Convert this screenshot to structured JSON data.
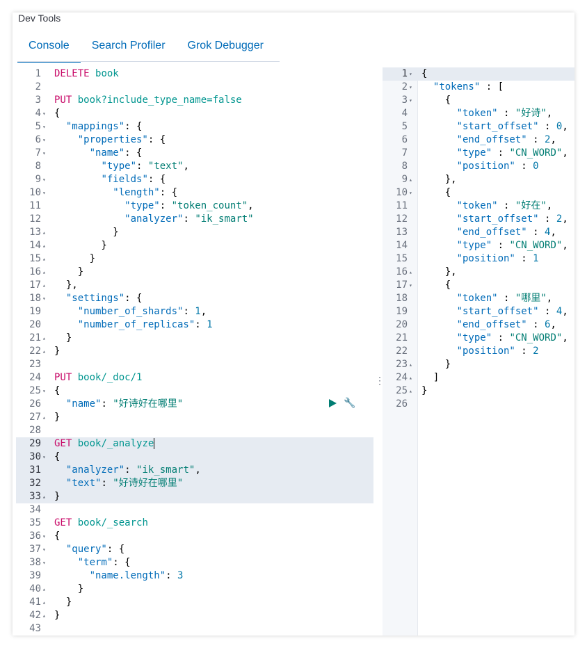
{
  "window": {
    "title": "Dev Tools"
  },
  "tabs": [
    {
      "label": "Console",
      "active": true
    },
    {
      "label": "Search Profiler",
      "active": false
    },
    {
      "label": "Grok Debugger",
      "active": false
    }
  ],
  "request_editor": {
    "lines": [
      {
        "n": "1",
        "fold": "",
        "tokens": [
          [
            "m",
            "DELETE"
          ],
          [
            "p",
            " "
          ],
          [
            "u",
            "book"
          ]
        ]
      },
      {
        "n": "2",
        "fold": "",
        "tokens": []
      },
      {
        "n": "3",
        "fold": "",
        "tokens": [
          [
            "m",
            "PUT"
          ],
          [
            "p",
            " "
          ],
          [
            "u",
            "book?include_type_name=false"
          ]
        ]
      },
      {
        "n": "4",
        "fold": "▾",
        "tokens": [
          [
            "p",
            "{"
          ]
        ]
      },
      {
        "n": "5",
        "fold": "▾",
        "tokens": [
          [
            "p",
            "  "
          ],
          [
            "k",
            "\"mappings\""
          ],
          [
            "p",
            ": {"
          ]
        ]
      },
      {
        "n": "6",
        "fold": "▾",
        "tokens": [
          [
            "p",
            "    "
          ],
          [
            "k",
            "\"properties\""
          ],
          [
            "p",
            ": {"
          ]
        ]
      },
      {
        "n": "7",
        "fold": "▾",
        "tokens": [
          [
            "p",
            "      "
          ],
          [
            "k",
            "\"name\""
          ],
          [
            "p",
            ": {"
          ]
        ]
      },
      {
        "n": "8",
        "fold": "",
        "tokens": [
          [
            "p",
            "        "
          ],
          [
            "k",
            "\"type\""
          ],
          [
            "p",
            ": "
          ],
          [
            "s",
            "\"text\""
          ],
          [
            "p",
            ","
          ]
        ]
      },
      {
        "n": "9",
        "fold": "▾",
        "tokens": [
          [
            "p",
            "        "
          ],
          [
            "k",
            "\"fields\""
          ],
          [
            "p",
            ": {"
          ]
        ]
      },
      {
        "n": "10",
        "fold": "▾",
        "tokens": [
          [
            "p",
            "          "
          ],
          [
            "k",
            "\"length\""
          ],
          [
            "p",
            ": {"
          ]
        ]
      },
      {
        "n": "11",
        "fold": "",
        "tokens": [
          [
            "p",
            "            "
          ],
          [
            "k",
            "\"type\""
          ],
          [
            "p",
            ": "
          ],
          [
            "s",
            "\"token_count\""
          ],
          [
            "p",
            ","
          ]
        ]
      },
      {
        "n": "12",
        "fold": "",
        "tokens": [
          [
            "p",
            "            "
          ],
          [
            "k",
            "\"analyzer\""
          ],
          [
            "p",
            ": "
          ],
          [
            "s",
            "\"ik_smart\""
          ]
        ]
      },
      {
        "n": "13",
        "fold": "▴",
        "tokens": [
          [
            "p",
            "          }"
          ]
        ]
      },
      {
        "n": "14",
        "fold": "▴",
        "tokens": [
          [
            "p",
            "        }"
          ]
        ]
      },
      {
        "n": "15",
        "fold": "▴",
        "tokens": [
          [
            "p",
            "      }"
          ]
        ]
      },
      {
        "n": "16",
        "fold": "▴",
        "tokens": [
          [
            "p",
            "    }"
          ]
        ]
      },
      {
        "n": "17",
        "fold": "▴",
        "tokens": [
          [
            "p",
            "  },"
          ]
        ]
      },
      {
        "n": "18",
        "fold": "▾",
        "tokens": [
          [
            "p",
            "  "
          ],
          [
            "k",
            "\"settings\""
          ],
          [
            "p",
            ": {"
          ]
        ]
      },
      {
        "n": "19",
        "fold": "",
        "tokens": [
          [
            "p",
            "    "
          ],
          [
            "k",
            "\"number_of_shards\""
          ],
          [
            "p",
            ": "
          ],
          [
            "num",
            "1"
          ],
          [
            "p",
            ","
          ]
        ]
      },
      {
        "n": "20",
        "fold": "",
        "tokens": [
          [
            "p",
            "    "
          ],
          [
            "k",
            "\"number_of_replicas\""
          ],
          [
            "p",
            ": "
          ],
          [
            "num",
            "1"
          ]
        ]
      },
      {
        "n": "21",
        "fold": "▴",
        "tokens": [
          [
            "p",
            "  }"
          ]
        ]
      },
      {
        "n": "22",
        "fold": "▴",
        "tokens": [
          [
            "p",
            "}"
          ]
        ]
      },
      {
        "n": "23",
        "fold": "",
        "tokens": []
      },
      {
        "n": "24",
        "fold": "",
        "tokens": [
          [
            "m",
            "PUT"
          ],
          [
            "p",
            " "
          ],
          [
            "u",
            "book/_doc/1"
          ]
        ]
      },
      {
        "n": "25",
        "fold": "▾",
        "tokens": [
          [
            "p",
            "{"
          ]
        ]
      },
      {
        "n": "26",
        "fold": "",
        "tokens": [
          [
            "p",
            "  "
          ],
          [
            "k",
            "\"name\""
          ],
          [
            "p",
            ": "
          ],
          [
            "s",
            "\"好诗好在哪里\""
          ]
        ]
      },
      {
        "n": "27",
        "fold": "▴",
        "tokens": [
          [
            "p",
            "}"
          ]
        ]
      },
      {
        "n": "28",
        "fold": "",
        "tokens": []
      },
      {
        "n": "29",
        "fold": "",
        "tokens": [
          [
            "m",
            "GET"
          ],
          [
            "p",
            " "
          ],
          [
            "u",
            "book/_analyze"
          ]
        ],
        "active": true
      },
      {
        "n": "30",
        "fold": "▾",
        "tokens": [
          [
            "p",
            "{"
          ]
        ],
        "sel": true
      },
      {
        "n": "31",
        "fold": "",
        "tokens": [
          [
            "p",
            "  "
          ],
          [
            "k",
            "\"analyzer\""
          ],
          [
            "p",
            ": "
          ],
          [
            "s",
            "\"ik_smart\""
          ],
          [
            "p",
            ","
          ]
        ],
        "sel": true
      },
      {
        "n": "32",
        "fold": "",
        "tokens": [
          [
            "p",
            "  "
          ],
          [
            "k",
            "\"text\""
          ],
          [
            "p",
            ": "
          ],
          [
            "s",
            "\"好诗好在哪里\""
          ]
        ],
        "sel": true
      },
      {
        "n": "33",
        "fold": "▴",
        "tokens": [
          [
            "p",
            "}"
          ]
        ],
        "sel": true
      },
      {
        "n": "34",
        "fold": "",
        "tokens": []
      },
      {
        "n": "35",
        "fold": "",
        "tokens": [
          [
            "m",
            "GET"
          ],
          [
            "p",
            " "
          ],
          [
            "u",
            "book/_search"
          ]
        ]
      },
      {
        "n": "36",
        "fold": "▾",
        "tokens": [
          [
            "p",
            "{"
          ]
        ]
      },
      {
        "n": "37",
        "fold": "▾",
        "tokens": [
          [
            "p",
            "  "
          ],
          [
            "k",
            "\"query\""
          ],
          [
            "p",
            ": {"
          ]
        ]
      },
      {
        "n": "38",
        "fold": "▾",
        "tokens": [
          [
            "p",
            "    "
          ],
          [
            "k",
            "\"term\""
          ],
          [
            "p",
            ": {"
          ]
        ]
      },
      {
        "n": "39",
        "fold": "",
        "tokens": [
          [
            "p",
            "      "
          ],
          [
            "k",
            "\"name.length\""
          ],
          [
            "p",
            ": "
          ],
          [
            "num",
            "3"
          ]
        ]
      },
      {
        "n": "40",
        "fold": "▴",
        "tokens": [
          [
            "p",
            "    }"
          ]
        ]
      },
      {
        "n": "41",
        "fold": "▴",
        "tokens": [
          [
            "p",
            "  }"
          ]
        ]
      },
      {
        "n": "42",
        "fold": "▴",
        "tokens": [
          [
            "p",
            "}"
          ]
        ]
      },
      {
        "n": "43",
        "fold": "",
        "tokens": []
      }
    ]
  },
  "response_editor": {
    "lines": [
      {
        "n": "1",
        "fold": "▾",
        "tokens": [
          [
            "p",
            "{"
          ]
        ],
        "active": true
      },
      {
        "n": "2",
        "fold": "▾",
        "tokens": [
          [
            "p",
            "  "
          ],
          [
            "k",
            "\"tokens\""
          ],
          [
            "p",
            " : ["
          ]
        ]
      },
      {
        "n": "3",
        "fold": "▾",
        "tokens": [
          [
            "p",
            "    {"
          ]
        ]
      },
      {
        "n": "4",
        "fold": "",
        "tokens": [
          [
            "p",
            "      "
          ],
          [
            "k",
            "\"token\""
          ],
          [
            "p",
            " : "
          ],
          [
            "s",
            "\"好诗\""
          ],
          [
            "p",
            ","
          ]
        ]
      },
      {
        "n": "5",
        "fold": "",
        "tokens": [
          [
            "p",
            "      "
          ],
          [
            "k",
            "\"start_offset\""
          ],
          [
            "p",
            " : "
          ],
          [
            "num",
            "0"
          ],
          [
            "p",
            ","
          ]
        ]
      },
      {
        "n": "6",
        "fold": "",
        "tokens": [
          [
            "p",
            "      "
          ],
          [
            "k",
            "\"end_offset\""
          ],
          [
            "p",
            " : "
          ],
          [
            "num",
            "2"
          ],
          [
            "p",
            ","
          ]
        ]
      },
      {
        "n": "7",
        "fold": "",
        "tokens": [
          [
            "p",
            "      "
          ],
          [
            "k",
            "\"type\""
          ],
          [
            "p",
            " : "
          ],
          [
            "s",
            "\"CN_WORD\""
          ],
          [
            "p",
            ","
          ]
        ]
      },
      {
        "n": "8",
        "fold": "",
        "tokens": [
          [
            "p",
            "      "
          ],
          [
            "k",
            "\"position\""
          ],
          [
            "p",
            " : "
          ],
          [
            "num",
            "0"
          ]
        ]
      },
      {
        "n": "9",
        "fold": "▴",
        "tokens": [
          [
            "p",
            "    },"
          ]
        ]
      },
      {
        "n": "10",
        "fold": "▾",
        "tokens": [
          [
            "p",
            "    {"
          ]
        ]
      },
      {
        "n": "11",
        "fold": "",
        "tokens": [
          [
            "p",
            "      "
          ],
          [
            "k",
            "\"token\""
          ],
          [
            "p",
            " : "
          ],
          [
            "s",
            "\"好在\""
          ],
          [
            "p",
            ","
          ]
        ]
      },
      {
        "n": "12",
        "fold": "",
        "tokens": [
          [
            "p",
            "      "
          ],
          [
            "k",
            "\"start_offset\""
          ],
          [
            "p",
            " : "
          ],
          [
            "num",
            "2"
          ],
          [
            "p",
            ","
          ]
        ]
      },
      {
        "n": "13",
        "fold": "",
        "tokens": [
          [
            "p",
            "      "
          ],
          [
            "k",
            "\"end_offset\""
          ],
          [
            "p",
            " : "
          ],
          [
            "num",
            "4"
          ],
          [
            "p",
            ","
          ]
        ]
      },
      {
        "n": "14",
        "fold": "",
        "tokens": [
          [
            "p",
            "      "
          ],
          [
            "k",
            "\"type\""
          ],
          [
            "p",
            " : "
          ],
          [
            "s",
            "\"CN_WORD\""
          ],
          [
            "p",
            ","
          ]
        ]
      },
      {
        "n": "15",
        "fold": "",
        "tokens": [
          [
            "p",
            "      "
          ],
          [
            "k",
            "\"position\""
          ],
          [
            "p",
            " : "
          ],
          [
            "num",
            "1"
          ]
        ]
      },
      {
        "n": "16",
        "fold": "▴",
        "tokens": [
          [
            "p",
            "    },"
          ]
        ]
      },
      {
        "n": "17",
        "fold": "▾",
        "tokens": [
          [
            "p",
            "    {"
          ]
        ]
      },
      {
        "n": "18",
        "fold": "",
        "tokens": [
          [
            "p",
            "      "
          ],
          [
            "k",
            "\"token\""
          ],
          [
            "p",
            " : "
          ],
          [
            "s",
            "\"哪里\""
          ],
          [
            "p",
            ","
          ]
        ]
      },
      {
        "n": "19",
        "fold": "",
        "tokens": [
          [
            "p",
            "      "
          ],
          [
            "k",
            "\"start_offset\""
          ],
          [
            "p",
            " : "
          ],
          [
            "num",
            "4"
          ],
          [
            "p",
            ","
          ]
        ]
      },
      {
        "n": "20",
        "fold": "",
        "tokens": [
          [
            "p",
            "      "
          ],
          [
            "k",
            "\"end_offset\""
          ],
          [
            "p",
            " : "
          ],
          [
            "num",
            "6"
          ],
          [
            "p",
            ","
          ]
        ]
      },
      {
        "n": "21",
        "fold": "",
        "tokens": [
          [
            "p",
            "      "
          ],
          [
            "k",
            "\"type\""
          ],
          [
            "p",
            " : "
          ],
          [
            "s",
            "\"CN_WORD\""
          ],
          [
            "p",
            ","
          ]
        ]
      },
      {
        "n": "22",
        "fold": "",
        "tokens": [
          [
            "p",
            "      "
          ],
          [
            "k",
            "\"position\""
          ],
          [
            "p",
            " : "
          ],
          [
            "num",
            "2"
          ]
        ]
      },
      {
        "n": "23",
        "fold": "▴",
        "tokens": [
          [
            "p",
            "    }"
          ]
        ]
      },
      {
        "n": "24",
        "fold": "▴",
        "tokens": [
          [
            "p",
            "  ]"
          ]
        ]
      },
      {
        "n": "25",
        "fold": "▴",
        "tokens": [
          [
            "p",
            "}"
          ]
        ]
      },
      {
        "n": "26",
        "fold": "",
        "tokens": []
      }
    ]
  },
  "icons": {
    "send": "play-icon",
    "settings": "wrench-icon",
    "resize": "vertical-ellipsis-icon"
  },
  "colors": {
    "method": "#c80a68",
    "url": "#00958f",
    "key": "#006bb8",
    "string": "#017d73",
    "number": "#0076a8",
    "accent": "#006bb8"
  }
}
